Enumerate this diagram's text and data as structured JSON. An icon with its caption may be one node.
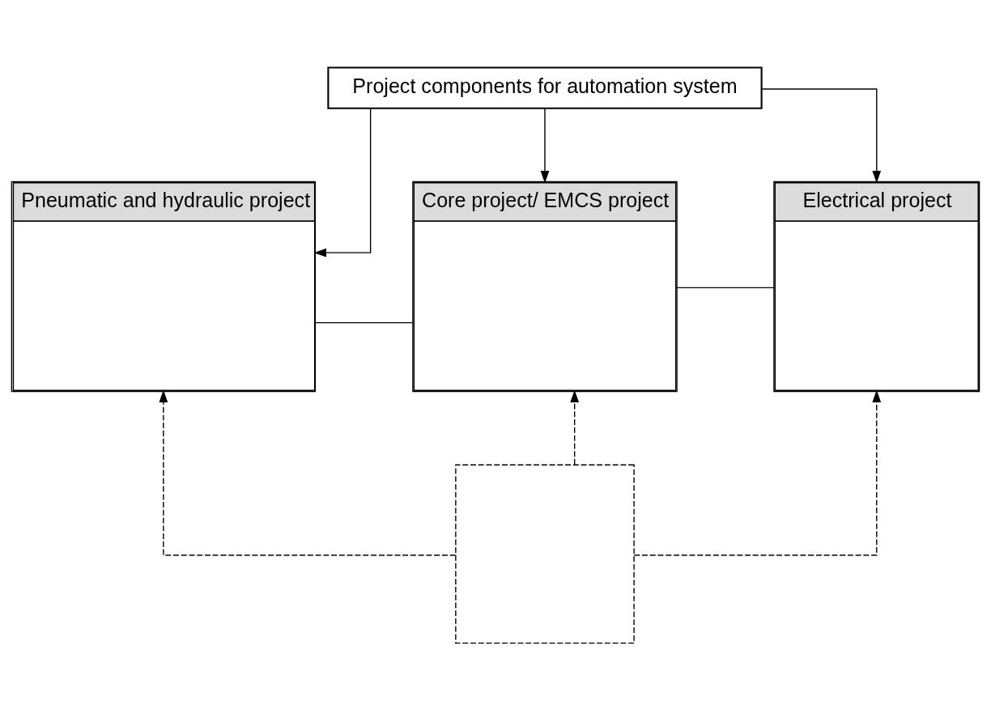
{
  "diagram": {
    "nodes": [
      {
        "text": [
          "Project components for automation system"
        ]
      },
      {
        "text": [
          "Pneumatic and hydraulic project"
        ]
      },
      {
        "text": [
          "Core project/ EMCS project"
        ]
      },
      {
        "text": [
          "Electrical project"
        ]
      },
      {
        "text": [],
        "shape": "box"
      }
    ],
    "edges": [
      {
        "from": 0,
        "to": 1,
        "arrow": "to"
      },
      {
        "from": 0,
        "to": 2,
        "arrow": "to"
      },
      {
        "from": 0,
        "to": 3,
        "arrow": "to"
      },
      {
        "from": 1,
        "to": 2,
        "arrow": "none"
      },
      {
        "from": 2,
        "to": 3,
        "arrow": "none"
      },
      {
        "from": 4,
        "to": 1,
        "arrow": "to",
        "style": "dashed"
      },
      {
        "from": 4,
        "to": 2,
        "arrow": "to",
        "style": "dashed"
      },
      {
        "from": 4,
        "to": 3,
        "arrow": "to",
        "style": "dashed"
      }
    ]
  }
}
